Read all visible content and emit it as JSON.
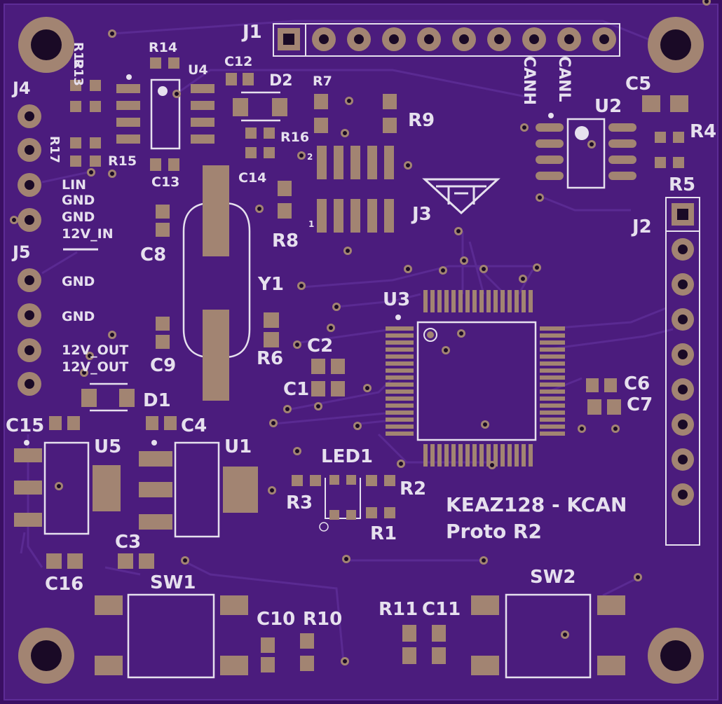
{
  "board": {
    "title": "KEAZ128 - KCAN",
    "subtitle": "Proto R2"
  },
  "colors": {
    "substrate": "#3a0f63",
    "copper": "#4f2080",
    "trace": "#5a2a92",
    "pad": "#a28472",
    "silk": "#e6e0ee",
    "hole": "#1a0a26"
  },
  "connectors": {
    "j1": {
      "label": "J1",
      "pin_labels": [
        "CANH",
        "CANL"
      ],
      "pin_count": 10
    },
    "j2": {
      "label": "J2",
      "pin_count": 9
    },
    "j3": {
      "label": "J3"
    },
    "j4": {
      "label": "J4",
      "pin_labels": [
        "LIN",
        "GND",
        "GND",
        "12V_IN"
      ]
    },
    "j5": {
      "label": "J5",
      "pin_labels": [
        "GND",
        "GND",
        "12V_OUT",
        "12V_OUT"
      ]
    }
  },
  "refdes": {
    "r1": "R1",
    "r2": "R2",
    "r3": "R3",
    "r4": "R4",
    "r5": "R5",
    "r6": "R6",
    "r7": "R7",
    "r8": "R8",
    "r9": "R9",
    "r10": "R10",
    "r11": "R11",
    "r12": "R12",
    "r13": "R13",
    "r14": "R14",
    "r15": "R15",
    "r16": "R16",
    "r17": "R17",
    "c1": "C1",
    "c2": "C2",
    "c3": "C3",
    "c4": "C4",
    "c5": "C5",
    "c6": "C6",
    "c7": "C7",
    "c8": "C8",
    "c9": "C9",
    "c10": "C10",
    "c11": "C11",
    "c12": "C12",
    "c13": "C13",
    "c14": "C14",
    "c15": "C15",
    "c16": "C16",
    "u1": "U1",
    "u2": "U2",
    "u3": "U3",
    "u4": "U4",
    "u5": "U5",
    "d1": "D1",
    "d2": "D2",
    "y1": "Y1",
    "led1": "LED1",
    "sw1": "SW1",
    "sw2": "SW2"
  },
  "pin_marks": {
    "one": "1",
    "two": "2"
  }
}
